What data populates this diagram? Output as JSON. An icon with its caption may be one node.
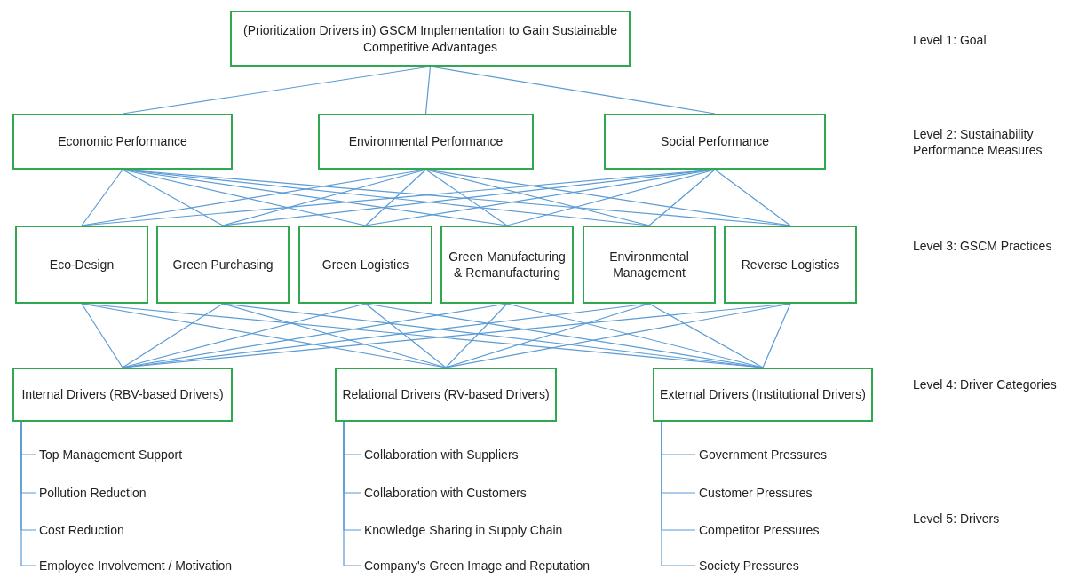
{
  "diagram": {
    "nodes": [
      {
        "text": [
          "(Prioritization Drivers in) GSCM Implementation to Gain Sustainable Competitive Advantages"
        ]
      },
      {
        "text": [
          "Economic Performance"
        ]
      },
      {
        "text": [
          "Environmental Performance"
        ]
      },
      {
        "text": [
          "Social Performance"
        ]
      },
      {
        "text": [
          "Eco-Design"
        ]
      },
      {
        "text": [
          "Green Purchasing"
        ]
      },
      {
        "text": [
          "Green Logistics"
        ]
      },
      {
        "text": [
          "Green Manufacturing & Remanufacturing"
        ]
      },
      {
        "text": [
          "Environmental Management"
        ]
      },
      {
        "text": [
          "Reverse Logistics"
        ]
      },
      {
        "text": [
          "Internal Drivers (RBV-based Drivers)"
        ]
      },
      {
        "text": [
          "Relational Drivers (RV-based Drivers)"
        ]
      },
      {
        "text": [
          "External Drivers (Institutional Drivers)"
        ]
      },
      {
        "text": [
          "Top Management Support"
        ]
      },
      {
        "text": [
          "Pollution Reduction"
        ]
      },
      {
        "text": [
          "Cost Reduction"
        ]
      },
      {
        "text": [
          "Employee Involvement / Motivation"
        ]
      },
      {
        "text": [
          "Collaboration with Suppliers"
        ]
      },
      {
        "text": [
          "Collaboration with Customers"
        ]
      },
      {
        "text": [
          "Knowledge Sharing in Supply Chain"
        ]
      },
      {
        "text": [
          "Company's Green Image and Reputation"
        ]
      },
      {
        "text": [
          "Government Pressures"
        ]
      },
      {
        "text": [
          "Customer Pressures"
        ]
      },
      {
        "text": [
          "Competitor Pressures"
        ]
      },
      {
        "text": [
          "Society Pressures"
        ]
      }
    ],
    "edges": [
      {
        "from": 0,
        "to": 1,
        "arrow": "none"
      },
      {
        "from": 0,
        "to": 2,
        "arrow": "none"
      },
      {
        "from": 0,
        "to": 3,
        "arrow": "none"
      },
      {
        "from": 1,
        "to": 4,
        "arrow": "none"
      },
      {
        "from": 1,
        "to": 5,
        "arrow": "none"
      },
      {
        "from": 1,
        "to": 6,
        "arrow": "none"
      },
      {
        "from": 1,
        "to": 7,
        "arrow": "none"
      },
      {
        "from": 1,
        "to": 8,
        "arrow": "none"
      },
      {
        "from": 1,
        "to": 9,
        "arrow": "none"
      },
      {
        "from": 2,
        "to": 4,
        "arrow": "none"
      },
      {
        "from": 2,
        "to": 5,
        "arrow": "none"
      },
      {
        "from": 2,
        "to": 6,
        "arrow": "none"
      },
      {
        "from": 2,
        "to": 7,
        "arrow": "none"
      },
      {
        "from": 2,
        "to": 8,
        "arrow": "none"
      },
      {
        "from": 2,
        "to": 9,
        "arrow": "none"
      },
      {
        "from": 3,
        "to": 4,
        "arrow": "none"
      },
      {
        "from": 3,
        "to": 5,
        "arrow": "none"
      },
      {
        "from": 3,
        "to": 6,
        "arrow": "none"
      },
      {
        "from": 3,
        "to": 7,
        "arrow": "none"
      },
      {
        "from": 3,
        "to": 8,
        "arrow": "none"
      },
      {
        "from": 3,
        "to": 9,
        "arrow": "none"
      },
      {
        "from": 4,
        "to": 10,
        "arrow": "none"
      },
      {
        "from": 4,
        "to": 11,
        "arrow": "none"
      },
      {
        "from": 4,
        "to": 12,
        "arrow": "none"
      },
      {
        "from": 5,
        "to": 10,
        "arrow": "none"
      },
      {
        "from": 5,
        "to": 11,
        "arrow": "none"
      },
      {
        "from": 5,
        "to": 12,
        "arrow": "none"
      },
      {
        "from": 6,
        "to": 10,
        "arrow": "none"
      },
      {
        "from": 6,
        "to": 11,
        "arrow": "none"
      },
      {
        "from": 6,
        "to": 12,
        "arrow": "none"
      },
      {
        "from": 7,
        "to": 10,
        "arrow": "none"
      },
      {
        "from": 7,
        "to": 11,
        "arrow": "none"
      },
      {
        "from": 7,
        "to": 12,
        "arrow": "none"
      },
      {
        "from": 8,
        "to": 10,
        "arrow": "none"
      },
      {
        "from": 8,
        "to": 11,
        "arrow": "none"
      },
      {
        "from": 8,
        "to": 12,
        "arrow": "none"
      },
      {
        "from": 9,
        "to": 10,
        "arrow": "none"
      },
      {
        "from": 9,
        "to": 11,
        "arrow": "none"
      },
      {
        "from": 9,
        "to": 12,
        "arrow": "none"
      },
      {
        "from": 10,
        "to": 13,
        "arrow": "none"
      },
      {
        "from": 10,
        "to": 14,
        "arrow": "none"
      },
      {
        "from": 10,
        "to": 15,
        "arrow": "none"
      },
      {
        "from": 10,
        "to": 16,
        "arrow": "none"
      },
      {
        "from": 11,
        "to": 17,
        "arrow": "none"
      },
      {
        "from": 11,
        "to": 18,
        "arrow": "none"
      },
      {
        "from": 11,
        "to": 19,
        "arrow": "none"
      },
      {
        "from": 11,
        "to": 20,
        "arrow": "none"
      },
      {
        "from": 12,
        "to": 21,
        "arrow": "none"
      },
      {
        "from": 12,
        "to": 22,
        "arrow": "none"
      },
      {
        "from": 12,
        "to": 23,
        "arrow": "none"
      },
      {
        "from": 12,
        "to": 24,
        "arrow": "none"
      }
    ],
    "labels": [
      "Level 1: Goal",
      "Level 2: Sustainability Performance Measures",
      "Level 3: GSCM Practices",
      "Level 4: Driver Categories",
      "Level 5: Drivers"
    ]
  }
}
